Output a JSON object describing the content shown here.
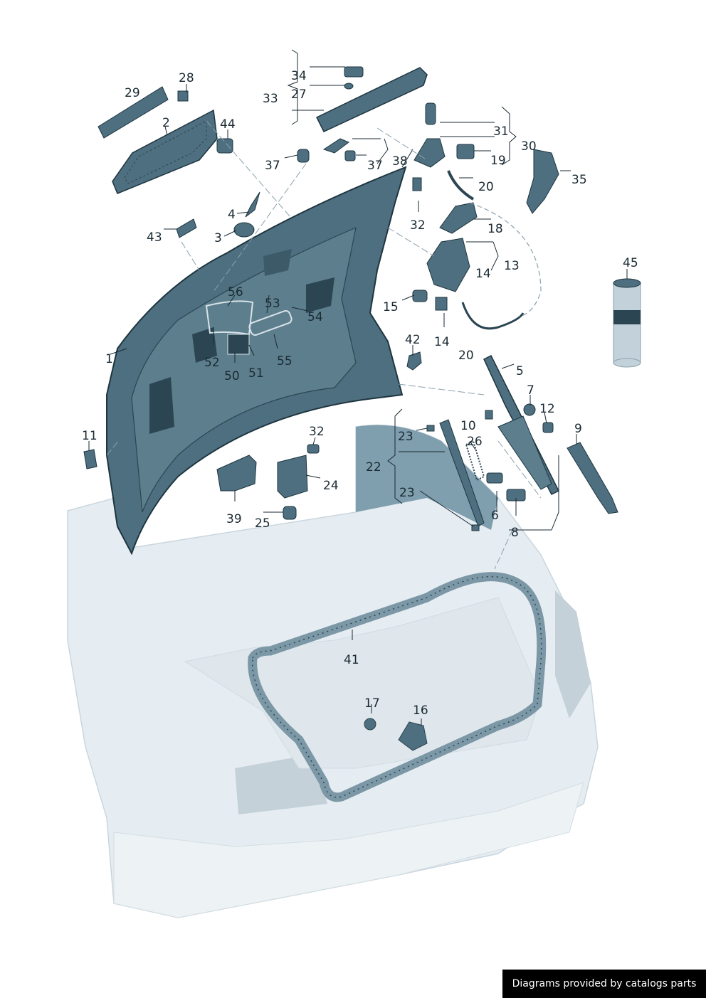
{
  "colors": {
    "part_fill": "#4e6f7f",
    "part_dark": "#2b4552",
    "car_light": "#e4ebf0",
    "car_mid": "#c9d6de",
    "seal": "#7c98a6",
    "line": "#8aa1ad"
  },
  "callouts": {
    "c1": "1",
    "c2": "2",
    "c3": "3",
    "c4": "4",
    "c5": "5",
    "c6": "6",
    "c7": "7",
    "c8": "8",
    "c9": "9",
    "c10": "10",
    "c11": "11",
    "c12": "12",
    "c13": "13",
    "c14a": "14",
    "c14b": "14",
    "c15": "15",
    "c16": "16",
    "c17": "17",
    "c18": "18",
    "c19": "19",
    "c20a": "20",
    "c20b": "20",
    "c22": "22",
    "c23a": "23",
    "c23b": "23",
    "c24": "24",
    "c25": "25",
    "c26": "26",
    "c27": "27",
    "c28": "28",
    "c29": "29",
    "c30": "30",
    "c31": "31",
    "c32a": "32",
    "c32b": "32",
    "c33": "33",
    "c34": "34",
    "c35": "35",
    "c37a": "37",
    "c37b": "37",
    "c38": "38",
    "c39": "39",
    "c41": "41",
    "c42": "42",
    "c43": "43",
    "c44": "44",
    "c45": "45",
    "c50": "50",
    "c51": "51",
    "c52": "52",
    "c53": "53",
    "c54": "54",
    "c55": "55",
    "c56": "56"
  },
  "footer": {
    "text": "Diagrams provided by catalogs parts"
  }
}
